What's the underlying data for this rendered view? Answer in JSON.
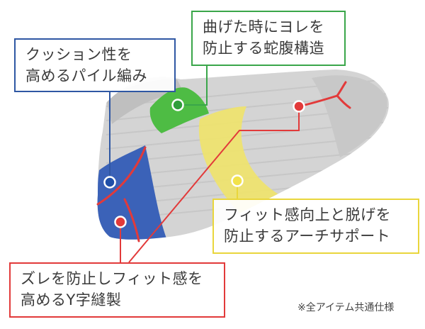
{
  "colors": {
    "cushion": "#3b62b8",
    "bellows": "#4ebc44",
    "arch": "#f0e36a",
    "ystitch": "#e23a3a",
    "sock_base": "#d2d2d2",
    "sock_edge": "#bdbdbd"
  },
  "callouts": {
    "cushion": {
      "lines": [
        "クッション性を",
        "高めるパイル編み"
      ]
    },
    "bellows": {
      "lines": [
        "曲げた時にヨレを",
        "防止する蛇腹構造"
      ]
    },
    "arch": {
      "lines": [
        "フィット感向上と脱げを",
        "防止するアーチサポート"
      ]
    },
    "ystitch": {
      "lines": [
        "ズレを防止しフィット感を",
        "高めるY字縫製"
      ]
    }
  },
  "footnote": "※全アイテム共通仕様"
}
